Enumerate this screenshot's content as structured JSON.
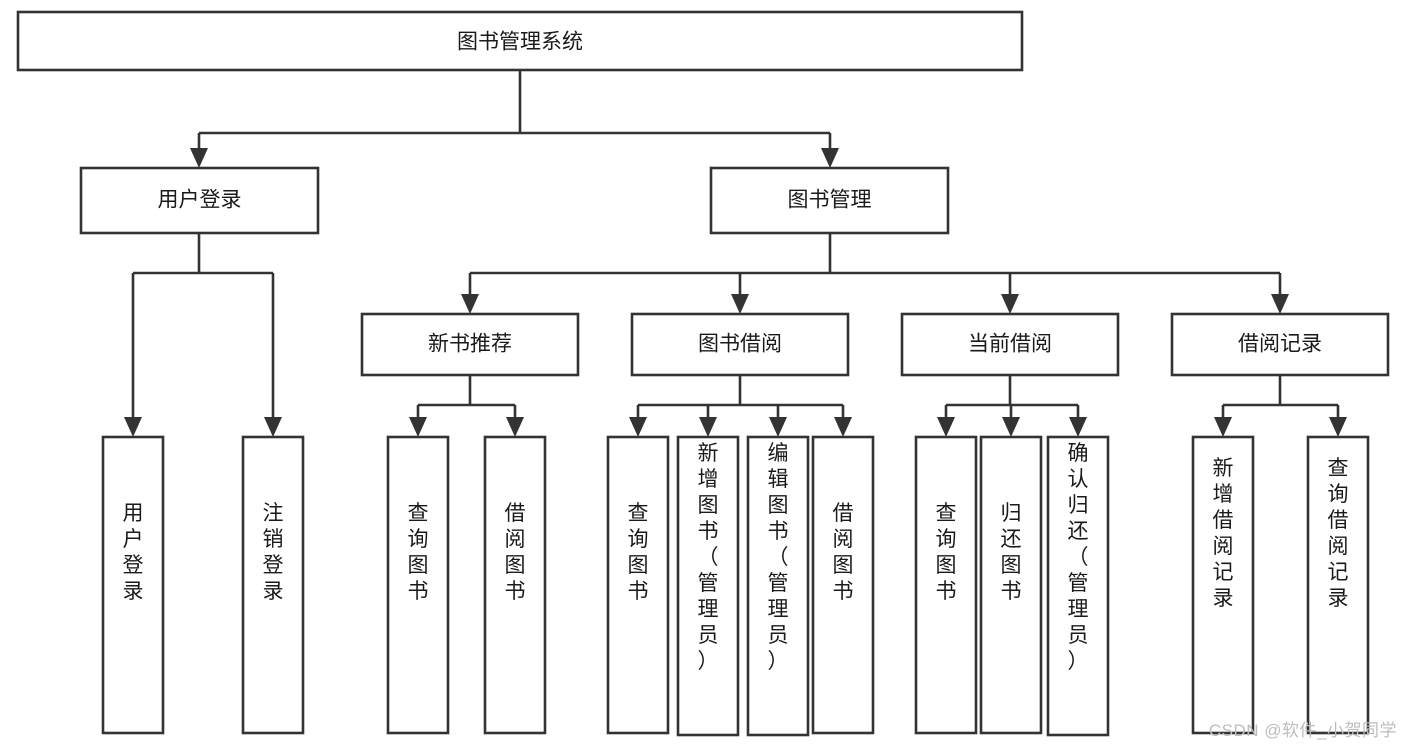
{
  "diagram": {
    "title": "图书管理系统",
    "type": "tree-hierarchy",
    "watermark": "CSDN @软件_小贺同学",
    "root": {
      "label": "图书管理系统",
      "id": "root"
    },
    "level2": [
      {
        "id": "user-login",
        "label": "用户登录"
      },
      {
        "id": "book-management",
        "label": "图书管理"
      }
    ],
    "level3": [
      {
        "id": "new-book-recommend",
        "label": "新书推荐",
        "parent": "book-management"
      },
      {
        "id": "book-borrow",
        "label": "图书借阅",
        "parent": "book-management"
      },
      {
        "id": "current-borrow",
        "label": "当前借阅",
        "parent": "book-management"
      },
      {
        "id": "borrow-record",
        "label": "借阅记录",
        "parent": "book-management"
      }
    ],
    "leaves": [
      {
        "id": "leaf-user-login",
        "label": "用户登录",
        "parent": "user-login"
      },
      {
        "id": "leaf-logout-login",
        "label": "注销登录",
        "parent": "user-login"
      },
      {
        "id": "leaf-query-book-1",
        "label": "查询图书",
        "parent": "new-book-recommend"
      },
      {
        "id": "leaf-borrow-book-1",
        "label": "借阅图书",
        "parent": "new-book-recommend"
      },
      {
        "id": "leaf-query-book-2",
        "label": "查询图书",
        "parent": "book-borrow"
      },
      {
        "id": "leaf-add-book",
        "label": "新增图书（管理员）",
        "parent": "book-borrow"
      },
      {
        "id": "leaf-edit-book",
        "label": "编辑图书（管理员）",
        "parent": "book-borrow"
      },
      {
        "id": "leaf-borrow-book-2",
        "label": "借阅图书",
        "parent": "book-borrow"
      },
      {
        "id": "leaf-query-book-3",
        "label": "查询图书",
        "parent": "current-borrow"
      },
      {
        "id": "leaf-return-book",
        "label": "归还图书",
        "parent": "current-borrow"
      },
      {
        "id": "leaf-confirm-return",
        "label": "确认归还（管理员）",
        "parent": "current-borrow"
      },
      {
        "id": "leaf-add-record",
        "label": "新增借阅记录",
        "parent": "borrow-record"
      },
      {
        "id": "leaf-query-record",
        "label": "查询借阅记录",
        "parent": "borrow-record"
      }
    ],
    "colors": {
      "box_stroke": "#333333",
      "box_fill": "#ffffff",
      "text": "#1a1a1a",
      "background": "#ffffff",
      "watermark": "#bdbdbd"
    }
  }
}
